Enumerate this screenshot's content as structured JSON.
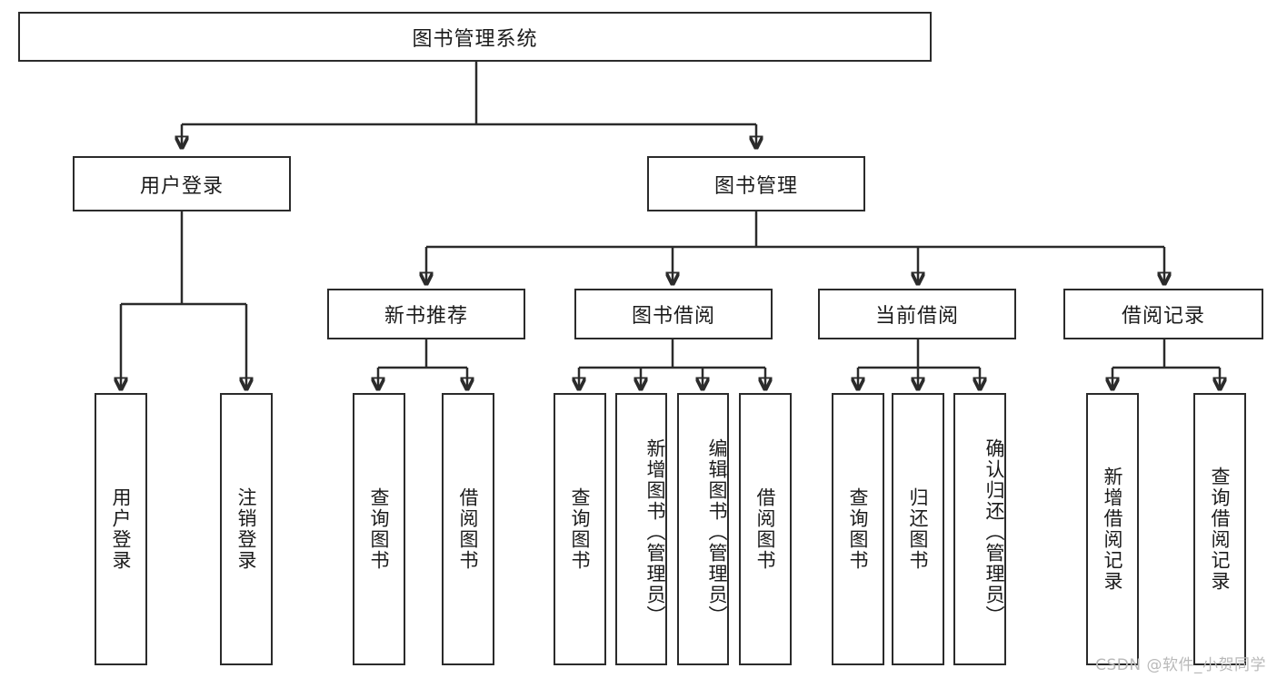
{
  "diagram": {
    "title": "图书管理系统",
    "type": "tree-hierarchy-diagram",
    "colors": {
      "stroke": "#2b2b2b",
      "fill": "#ffffff",
      "text": "#1b1b1b",
      "watermark": "#b9b9b9"
    },
    "root": {
      "label": "图书管理系统"
    },
    "level2": [
      {
        "label": "用户登录"
      },
      {
        "label": "图书管理"
      }
    ],
    "level3": [
      {
        "label": "新书推荐"
      },
      {
        "label": "图书借阅"
      },
      {
        "label": "当前借阅"
      },
      {
        "label": "借阅记录"
      }
    ],
    "leaves": {
      "user_login": [
        {
          "label": "用户登录"
        },
        {
          "label": "注销登录"
        }
      ],
      "new_book_recommend": [
        {
          "label": "查询图书"
        },
        {
          "label": "借阅图书"
        }
      ],
      "book_borrow": [
        {
          "label": "查询图书"
        },
        {
          "label": "新增图书（管理员）"
        },
        {
          "label": "编辑图书（管理员）"
        },
        {
          "label": "借阅图书"
        }
      ],
      "current_borrow": [
        {
          "label": "查询图书"
        },
        {
          "label": "归还图书"
        },
        {
          "label": "确认归还（管理员）"
        }
      ],
      "borrow_record": [
        {
          "label": "新增借阅记录"
        },
        {
          "label": "查询借阅记录"
        }
      ]
    },
    "watermark": "CSDN @软件_小贺同学"
  }
}
